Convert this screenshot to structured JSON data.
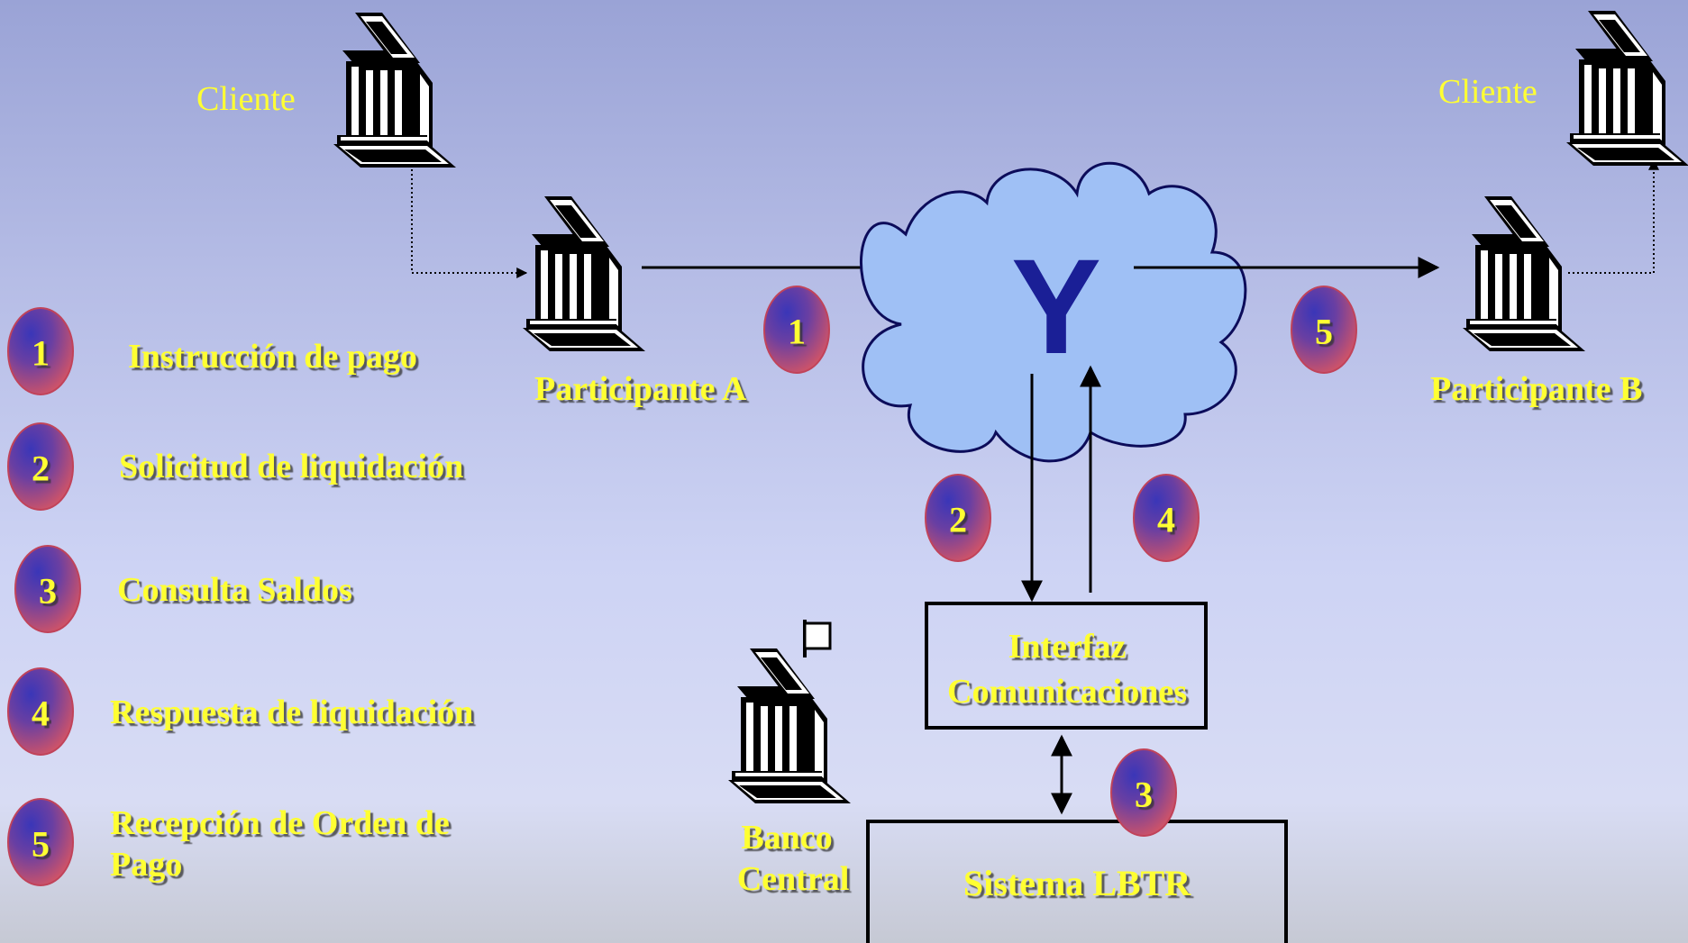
{
  "clients": {
    "left_label": "Cliente",
    "right_label": "Cliente"
  },
  "participants": {
    "a_label": "Participante A",
    "b_label": "Participante B"
  },
  "network": {
    "symbol": "Y"
  },
  "interface_box": {
    "line1": "Interfaz",
    "line2": "Comunicaciones"
  },
  "lbtr_box": {
    "label": "Sistema LBTR"
  },
  "central_bank": {
    "line1": "Banco",
    "line2": "Central"
  },
  "flow_badges": {
    "b1": "1",
    "b2": "2",
    "b3": "3",
    "b4": "4",
    "b5": "5"
  },
  "legend": [
    {
      "number": "1",
      "text_line1": "Instrucción de pago",
      "text_line2": ""
    },
    {
      "number": "2",
      "text_line1": "Solicitud de liquidación",
      "text_line2": ""
    },
    {
      "number": "3",
      "text_line1": "Consulta Saldos",
      "text_line2": ""
    },
    {
      "number": "4",
      "text_line1": "Respuesta de liquidación",
      "text_line2": ""
    },
    {
      "number": "5",
      "text_line1": "Recepción de Orden de",
      "text_line2": "Pago"
    }
  ],
  "colors": {
    "label_yellow": "#ffff33",
    "cloud_fill": "#9fc0f5",
    "y_blue": "#1a1f96",
    "badge_outer": "#c34a6a",
    "badge_inner": "#3a36b8"
  }
}
